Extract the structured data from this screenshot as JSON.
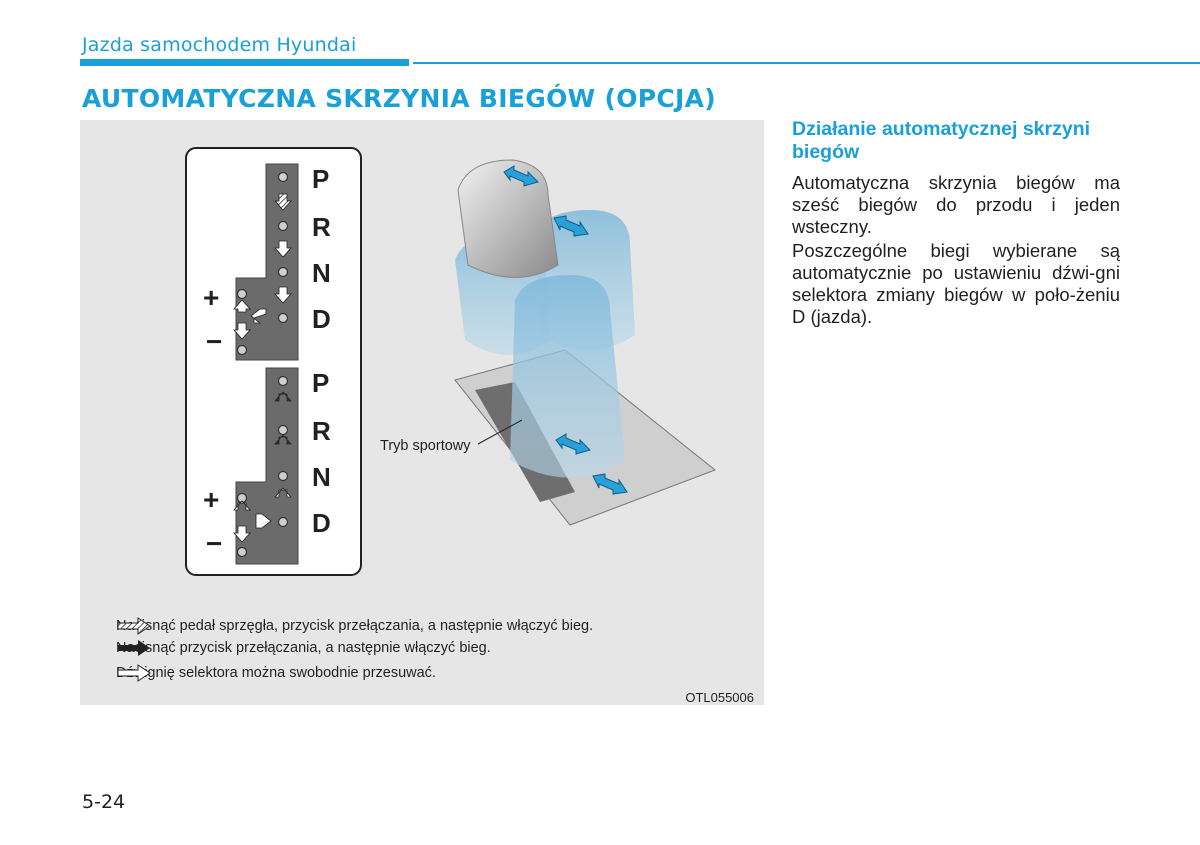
{
  "header": {
    "chapter": "Jazda samochodem Hyundai",
    "accent_color": "#1aa0d8"
  },
  "title": "AUTOMATYCZNA SKRZYNIA BIEGÓW (OPCJA)",
  "figure": {
    "gates": [
      {
        "labels": [
          "P",
          "R",
          "N",
          "D"
        ],
        "plus": "+",
        "minus": "−"
      },
      {
        "labels": [
          "P",
          "R",
          "N",
          "D"
        ],
        "plus": "+",
        "minus": "−"
      }
    ],
    "sport_label": "Tryb sportowy",
    "legend": [
      {
        "icon": "hatched-arrow-icon",
        "text": "Nacisnąć pedał sprzęgła, przycisk przełączania, a następnie włączyć bieg."
      },
      {
        "icon": "solid-arrow-icon",
        "text": "Nacisnąć przycisk przełączania, a następnie włączyć bieg."
      },
      {
        "icon": "outline-arrow-icon",
        "text": "Dźwignię selektora można swobodnie przesuwać."
      }
    ],
    "code": "OTL055006"
  },
  "section": {
    "title": "Działanie automatycznej skrzyni biegów",
    "paragraphs": [
      "Automatyczna skrzynia biegów ma sześć biegów do przodu i jeden wsteczny.",
      "Poszczególne biegi wybierane są automatycznie po ustawieniu dźwi-gni selektora zmiany biegów w poło-żeniu D (jazda)."
    ]
  },
  "page_number": "5-24"
}
